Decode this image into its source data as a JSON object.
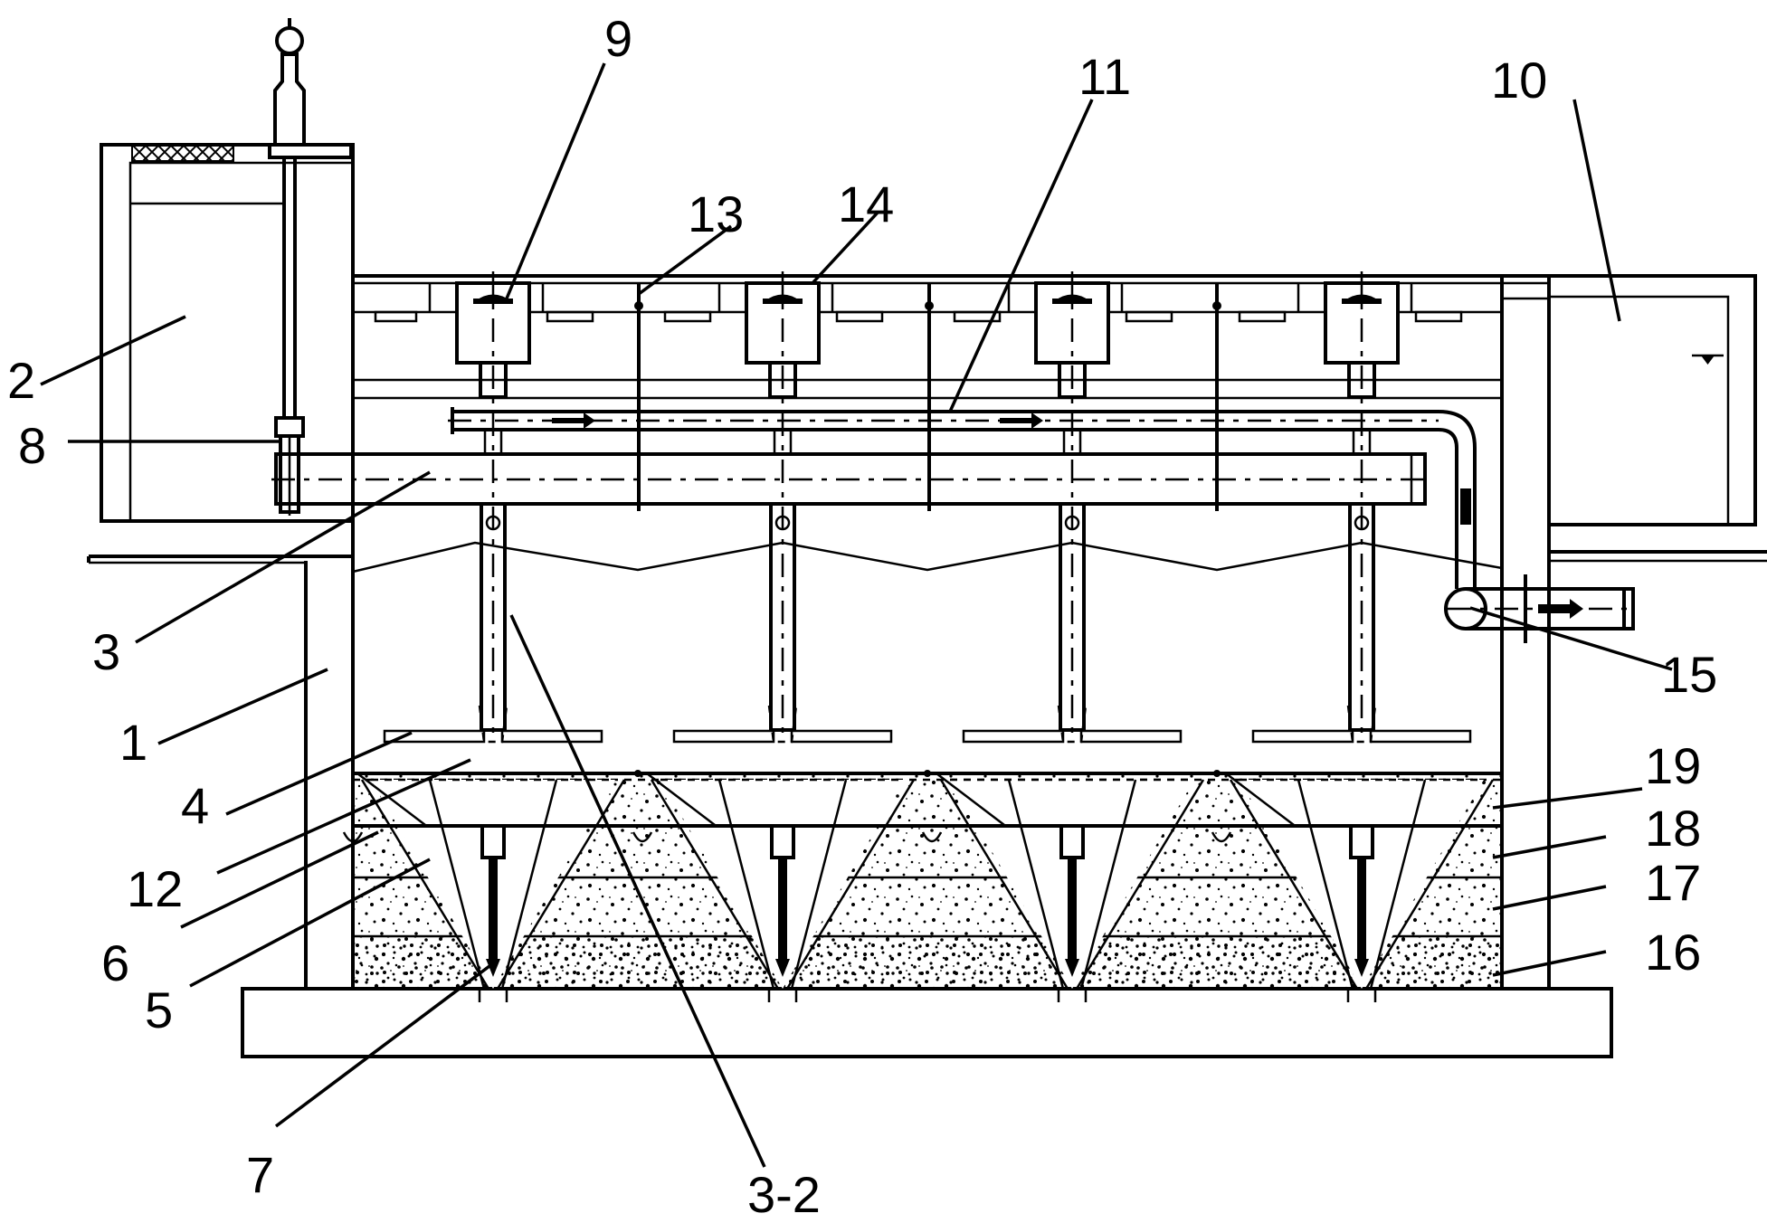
{
  "labels": {
    "l1": "1",
    "l2": "2",
    "l3": "3",
    "l3_2": "3-2",
    "l4": "4",
    "l5": "5",
    "l6": "6",
    "l7": "7",
    "l8": "8",
    "l9": "9",
    "l10": "10",
    "l11": "11",
    "l12": "12",
    "l13": "13",
    "l14": "14",
    "l15": "15",
    "l16": "16",
    "l17": "17",
    "l18": "18",
    "l19": "19"
  },
  "colors": {
    "line": "#000000",
    "background": "#ffffff"
  }
}
